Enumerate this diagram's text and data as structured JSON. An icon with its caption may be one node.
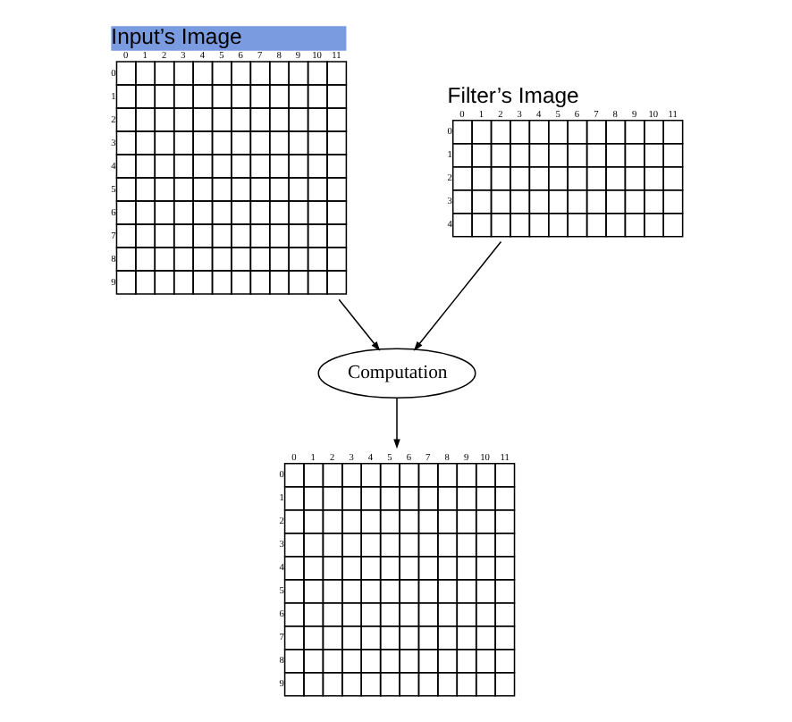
{
  "diagram": {
    "nodes": [
      {
        "text": [
          "Input’s Image",
          "0",
          "1",
          "2",
          "3",
          "4",
          "5",
          "6",
          "7",
          "8",
          "9",
          "10",
          "11",
          "0",
          "1",
          "2",
          "3",
          "4",
          "5",
          "6",
          "7",
          "8",
          "9"
        ]
      },
      {
        "text": [
          "Filter’s Image",
          "0",
          "1",
          "2",
          "3",
          "4",
          "5",
          "6",
          "7",
          "8",
          "9",
          "10",
          "11",
          "0",
          "1",
          "2",
          "3",
          "4"
        ]
      },
      {
        "text": [
          "Computation"
        ]
      },
      {
        "text": [
          "0",
          "1",
          "2",
          "3",
          "4",
          "5",
          "6",
          "7",
          "8",
          "9",
          "10",
          "11",
          "0",
          "1",
          "2",
          "3",
          "4",
          "5",
          "6",
          "7",
          "8",
          "9"
        ]
      }
    ],
    "edges": [
      {
        "from": 0,
        "to": 2,
        "arrow": "to"
      },
      {
        "from": 1,
        "to": 2,
        "arrow": "to"
      },
      {
        "from": 2,
        "to": 3,
        "arrow": "to"
      }
    ]
  }
}
